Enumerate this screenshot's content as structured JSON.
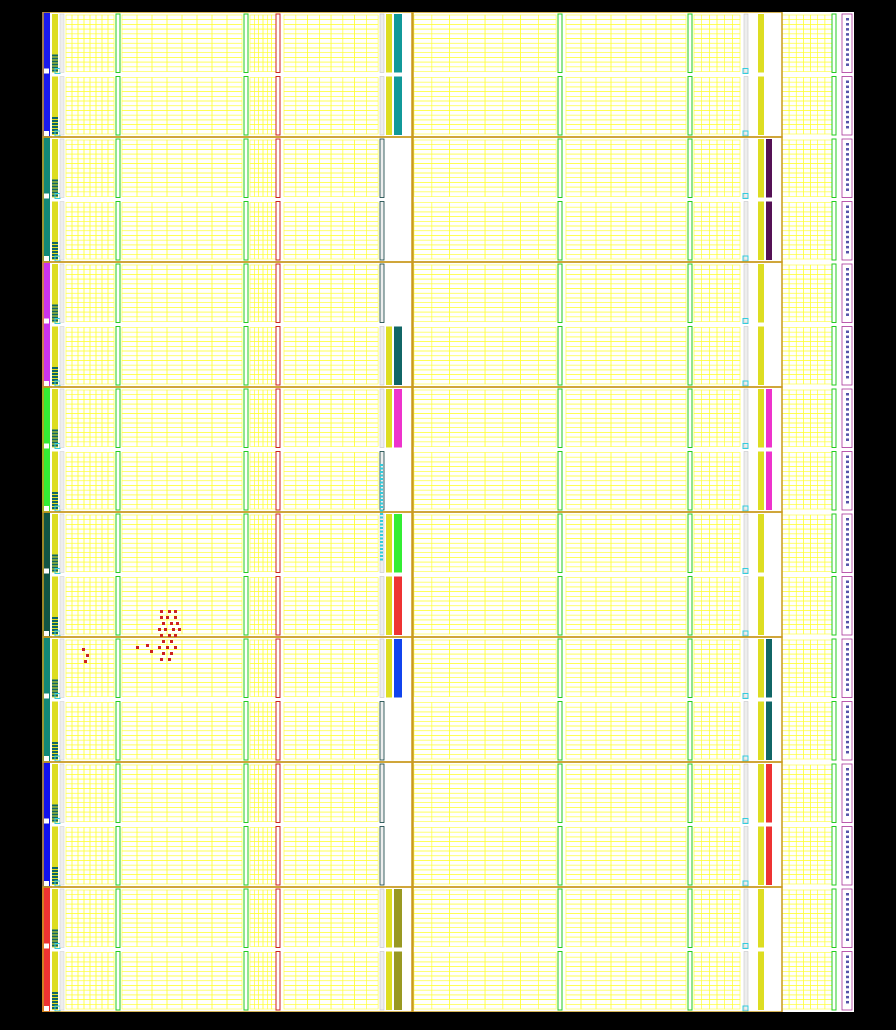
{
  "view": {
    "title": "",
    "background": "#000000"
  },
  "palette": {
    "grid": "#ffff33",
    "column_marker": "#22cc22",
    "red_marker": "#cc2222",
    "tile_border": "#c99a1e",
    "io_marker": "#33ccdd",
    "right_edge": "#aa3399"
  },
  "rows": [
    {
      "index": 0,
      "left_color": "#1a1aee",
      "mid_block_color": "#119999",
      "right_block_color": ""
    },
    {
      "index": 1,
      "left_color": "#1a1aee",
      "mid_block_color": "#119999",
      "right_block_color": ""
    },
    {
      "index": 2,
      "left_color": "#118877",
      "mid_block_color": "",
      "right_block_color": "#551155"
    },
    {
      "index": 3,
      "left_color": "#118877",
      "mid_block_color": "",
      "right_block_color": "#551155"
    },
    {
      "index": 4,
      "left_color": "#cc33ee",
      "mid_block_color": "",
      "right_block_color": ""
    },
    {
      "index": 5,
      "left_color": "#cc33ee",
      "mid_block_color": "#116666",
      "right_block_color": ""
    },
    {
      "index": 6,
      "left_color": "#33ee33",
      "mid_block_color": "#ee33cc",
      "right_block_color": "#ee33cc"
    },
    {
      "index": 7,
      "left_color": "#33ee33",
      "mid_block_color": "",
      "right_block_color": "#ee33cc"
    },
    {
      "index": 8,
      "left_color": "#115544",
      "mid_block_color": "#33ee33",
      "right_block_color": ""
    },
    {
      "index": 9,
      "left_color": "#115544",
      "mid_block_color": "#ee3333",
      "right_block_color": ""
    },
    {
      "index": 10,
      "left_color": "#118877",
      "mid_block_color": "#1144ee",
      "right_block_color": "#116666"
    },
    {
      "index": 11,
      "left_color": "#118877",
      "mid_block_color": "",
      "right_block_color": "#116666"
    },
    {
      "index": 12,
      "left_color": "#1111ee",
      "mid_block_color": "",
      "right_block_color": "#ee3333"
    },
    {
      "index": 13,
      "left_color": "#1111ee",
      "mid_block_color": "",
      "right_block_color": "#ee3333"
    },
    {
      "index": 14,
      "left_color": "#ee3333",
      "mid_block_color": "#999922",
      "right_block_color": ""
    },
    {
      "index": 15,
      "left_color": "#ee3333",
      "mid_block_color": "#999922",
      "right_block_color": ""
    }
  ],
  "hotspot": {
    "color": "#cc2222"
  }
}
